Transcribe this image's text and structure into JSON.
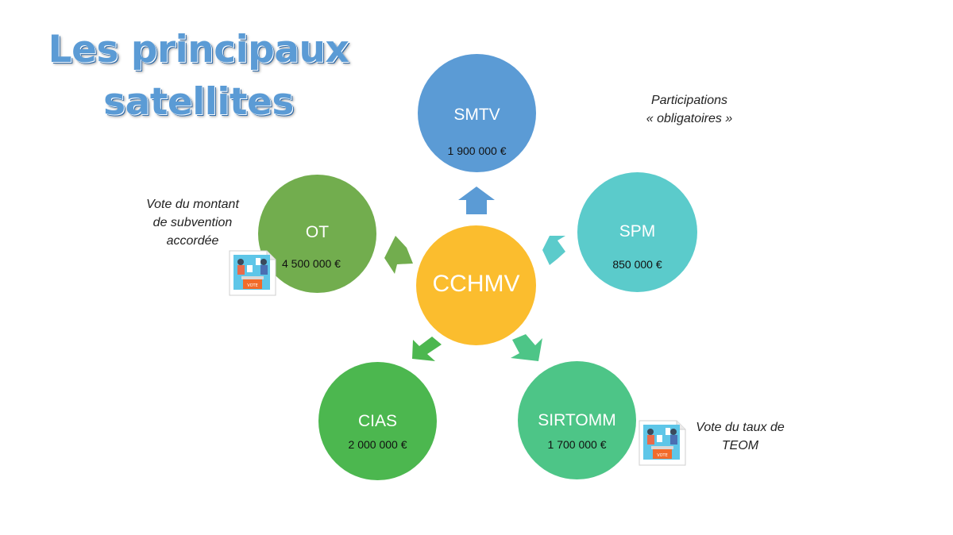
{
  "title": {
    "line1": "Les principaux",
    "line2": "satellites"
  },
  "center": {
    "label": "CCHMV",
    "color": "#fbbd2e"
  },
  "satellites": {
    "smtv": {
      "label": "SMTV",
      "amount": "1 900 000 €",
      "color": "#5b9bd5"
    },
    "spm": {
      "label": "SPM",
      "amount": "850 000 €",
      "color": "#5bcbcb"
    },
    "ot": {
      "label": "OT",
      "amount": "4 500 000 €",
      "color": "#72ad4e"
    },
    "cias": {
      "label": "CIAS",
      "amount": "2 000 000 €",
      "color": "#4cb74f"
    },
    "sirtomm": {
      "label": "SIRTOMM",
      "amount": "1 700 000 €",
      "color": "#4dc587"
    }
  },
  "notes": {
    "participations": {
      "line1": "Participations",
      "line2": "« obligatoires »"
    },
    "vote_montant": {
      "line1": "Vote du montant",
      "line2": "de subvention",
      "line3": "accordée"
    },
    "vote_taux": {
      "line1": "Vote du taux de",
      "line2": "TEOM"
    }
  },
  "icons": {
    "ballot_box": "ballot-box-icon",
    "ballot_label": "VOTE"
  }
}
